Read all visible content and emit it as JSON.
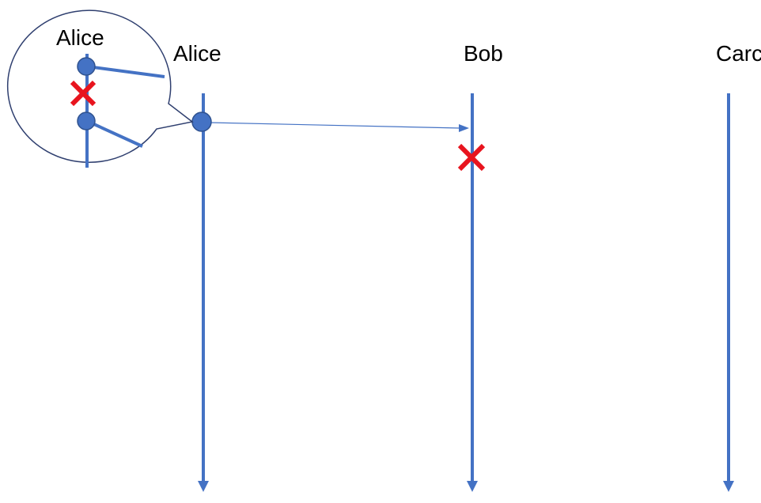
{
  "diagram": {
    "participants": [
      {
        "id": "alice",
        "label": "Alice"
      },
      {
        "id": "bob",
        "label": "Bob"
      },
      {
        "id": "carol",
        "label": "Carc"
      }
    ],
    "callout": {
      "label": "Alice"
    }
  },
  "colors": {
    "line": "#4472C4",
    "node_fill": "#4472C4",
    "node_stroke": "#2F528F",
    "cross": "#E8141E",
    "callout_stroke": "#2F3F6F",
    "text": "#000000"
  }
}
